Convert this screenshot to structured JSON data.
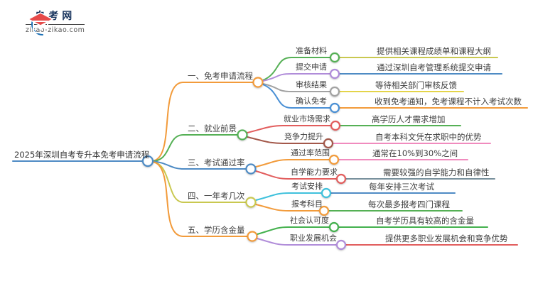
{
  "logo": {
    "title": "自考网",
    "domain": "zikao-zikao.com"
  },
  "map": {
    "root": {
      "label": "2025年深圳自考专升本免考申请流程"
    },
    "branches": [
      {
        "label": "一、免考申请流程",
        "children": [
          {
            "label": "准备材料",
            "leaf": "提供相关课程成绩单和课程大纲"
          },
          {
            "label": "提交申请",
            "leaf": "通过深圳自考管理系统提交申请"
          },
          {
            "label": "审核结果",
            "leaf": "等待相关部门审核反馈"
          },
          {
            "label": "确认免考",
            "leaf": "收到免考通知，免考课程不计入考试次数"
          }
        ]
      },
      {
        "label": "二、就业前景",
        "children": [
          {
            "label": "就业市场需求",
            "leaf": "高学历人才需求增加"
          },
          {
            "label": "竞争力提升",
            "leaf": "自考本科文凭在求职中的优势"
          }
        ]
      },
      {
        "label": "三、考试通过率",
        "children": [
          {
            "label": "通过率范围",
            "leaf": "通常在10%到30%之间"
          },
          {
            "label": "自学能力要求",
            "leaf": "需要较强的自学能力和自律性"
          }
        ]
      },
      {
        "label": "四、一年考几次",
        "children": [
          {
            "label": "考试安排",
            "leaf": "每年安排三次考试"
          },
          {
            "label": "报考科目",
            "leaf": "每次最多报考四门课程"
          }
        ]
      },
      {
        "label": "五、学历含金量",
        "children": [
          {
            "label": "社会认可度",
            "leaf": "自考学历具有较高的含金量"
          },
          {
            "label": "职业发展机会",
            "leaf": "提供更多职业发展机会和竞争优势"
          }
        ]
      }
    ]
  },
  "colors": {
    "root_line": "#4E8BC4",
    "branch_lines": [
      "#F29B3B",
      "#55B055",
      "#4E8BC4",
      "#C9C850",
      "#F29B3B"
    ],
    "accent_orange": "#F29B3B",
    "accent_green": "#55B055",
    "accent_blue": "#4E8BC4",
    "accent_purple": "#B08CD9",
    "accent_red": "#E25D5D",
    "accent_pink": "#F08BBE",
    "accent_cyan": "#3FC1DC",
    "logo_red": "#E64A4A",
    "logo_blue": "#1A6FB5"
  }
}
